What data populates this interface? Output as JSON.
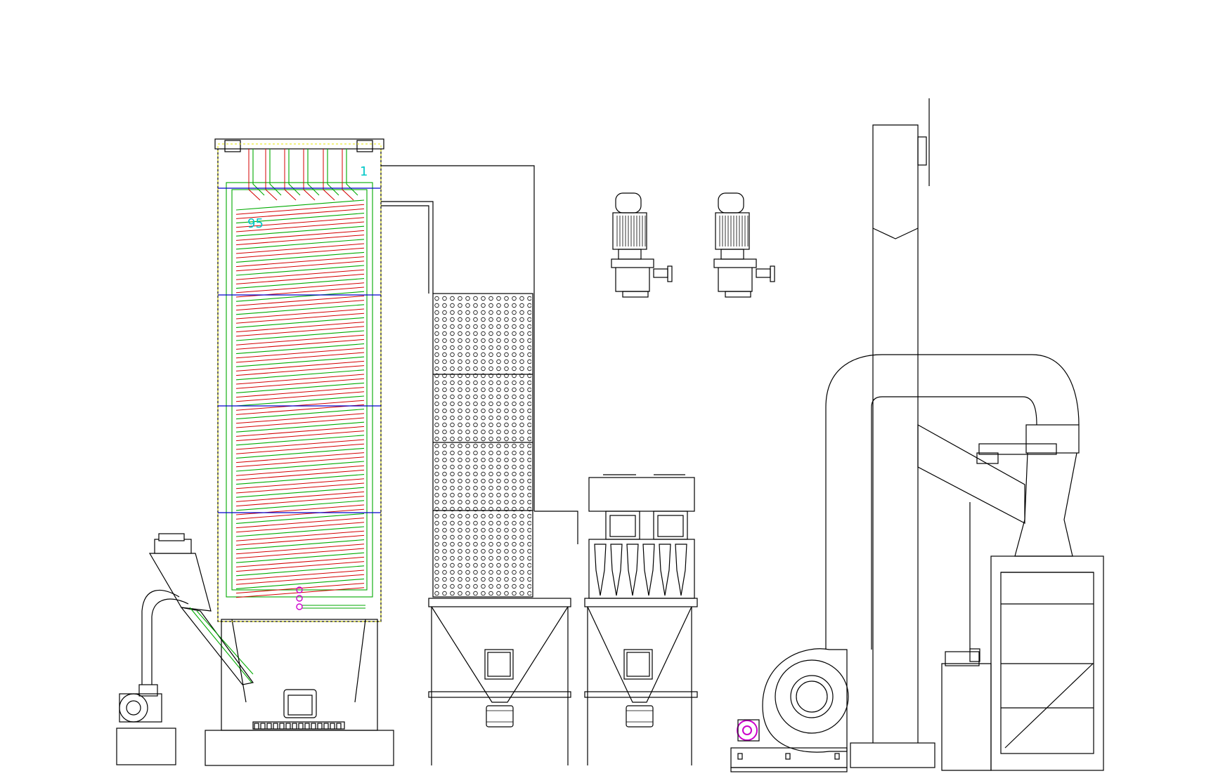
{
  "labels": {
    "tag_top": "1",
    "tag_mid": "95"
  },
  "colors": {
    "coil": "#d40000",
    "shell": "#00aa00",
    "band": "#0000cc",
    "label": "#00c8c8",
    "motor": "#cc00cc"
  },
  "icons": [
    "furnace-body",
    "burner-hopper",
    "induced-fan",
    "spray-tower",
    "pump-motor",
    "bag-filter",
    "draft-fan",
    "chimney-stack",
    "cyclone-separator"
  ]
}
